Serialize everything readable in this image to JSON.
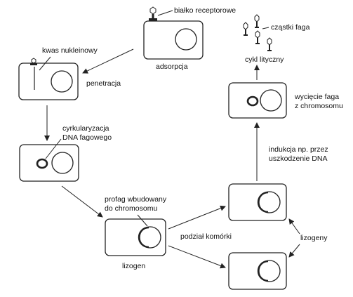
{
  "labels": {
    "receptor_protein": "białko receptorowe",
    "nucleic_acid": "kwas nukleinowy",
    "adsorption": "adsorpcja",
    "penetration": "penetracja",
    "circularization_1": "cyrkularyzacja",
    "circularization_2": "DNA fagowego",
    "prophage_1": "profag wbudowany",
    "prophage_2": "do chromosomu",
    "lysogen": "lizogen",
    "cell_division": "podział komórki",
    "lysogens": "lizogeny",
    "induction_1": "indukcja np. przez",
    "induction_2": "uszkodzenie DNA",
    "excision_1": "wycięcie faga",
    "excision_2": "z chromosomu",
    "lytic_cycle": "cykl lityczny",
    "phage_particles": "cząstki faga"
  },
  "colors": {
    "stroke": "#222222",
    "text": "#111111",
    "background": "#ffffff"
  },
  "icons": {
    "phage": "bacteriophage-icon"
  }
}
